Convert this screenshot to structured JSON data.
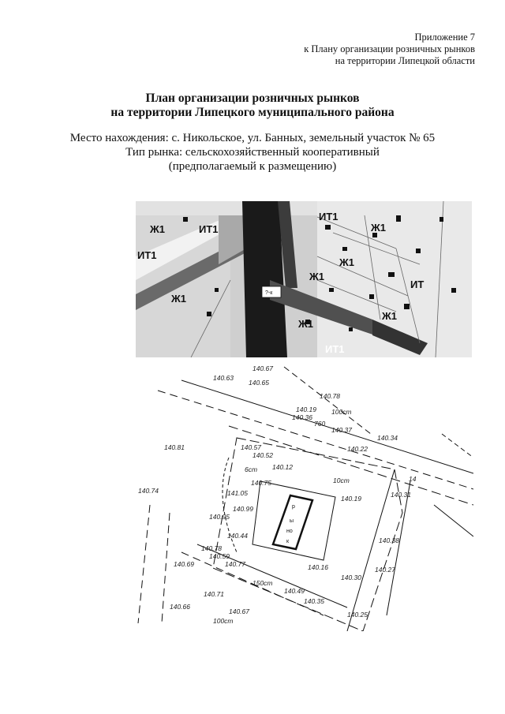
{
  "appendix": {
    "line1": "Приложение  7",
    "line2": "к Плану организации розничных рынков",
    "line3": "на территории Липецкой области"
  },
  "title": {
    "line1": "План организации розничных рынков",
    "line2": "на территории Липецкого муниципального  района"
  },
  "info": {
    "location": "Место нахождения: с. Никольское, ул. Банных, земельный участок № 65",
    "market_type": "Тип рынка: сельскохозяйственный кооперативный",
    "status": "(предполагаемый к размещению)"
  },
  "zoning_map": {
    "zones": [
      "Ж1",
      "ИТ1",
      "ИТ1",
      "ИТ1",
      "Ж1",
      "Ж1",
      "Ж1",
      "Ж1",
      "Ж1",
      "Ж1",
      "ИТ",
      "ИТ1"
    ],
    "site_marker": "?-к"
  },
  "site_plan": {
    "elevations": [
      "140.67",
      "140.63",
      "140.65",
      "140.78",
      "140.81",
      "140.19",
      "140.36",
      "140.37",
      "140.34",
      "140.57",
      "140.52",
      "140.12",
      "140.22",
      "140.31",
      "140.74",
      "140.75",
      "141.05",
      "140.99",
      "140.19",
      "140.95",
      "140.44",
      "140.38",
      "140.78",
      "140.59",
      "140.69",
      "140.77",
      "140.16",
      "140.27",
      "140.30",
      "140.49",
      "140.35",
      "140.71",
      "140.25",
      "140.66",
      "140.67"
    ],
    "market_label": [
      "р",
      "ы",
      "но",
      "к"
    ],
    "scale_marks": [
      "100cm",
      "760",
      "10cm",
      "150cm",
      "100cm",
      "6cm",
      "14"
    ]
  }
}
